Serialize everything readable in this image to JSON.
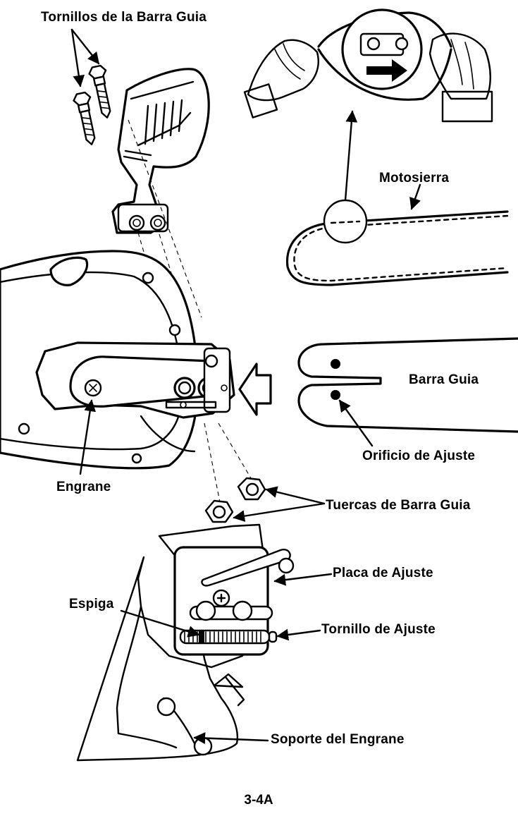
{
  "figure_id": "3-4A",
  "labels": {
    "guide_bar_screws": "Tornillos de la Barra Guia",
    "chainsaw_chain": "Motosierra",
    "guide_bar": "Barra Guia",
    "adjustment_hole": "Orificio de Ajuste",
    "sprocket": "Engrane",
    "guide_bar_nuts": "Tuercas de Barra Guia",
    "adjustment_plate": "Placa de Ajuste",
    "pin": "Espiga",
    "adjustment_screw": "Tornillo de Ajuste",
    "sprocket_support": "Soporte del Engrane"
  }
}
